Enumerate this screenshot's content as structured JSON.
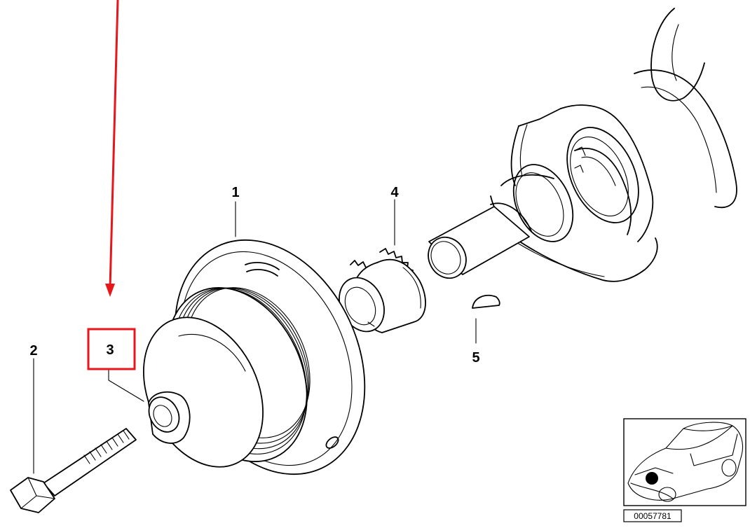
{
  "diagram": {
    "callouts": [
      {
        "id": "1",
        "label": "1"
      },
      {
        "id": "2",
        "label": "2"
      },
      {
        "id": "3",
        "label": "3"
      },
      {
        "id": "4",
        "label": "4"
      },
      {
        "id": "5",
        "label": "5"
      }
    ],
    "reference_number": "00057781",
    "highlight": {
      "target": "3",
      "color": "#e8161b"
    }
  }
}
